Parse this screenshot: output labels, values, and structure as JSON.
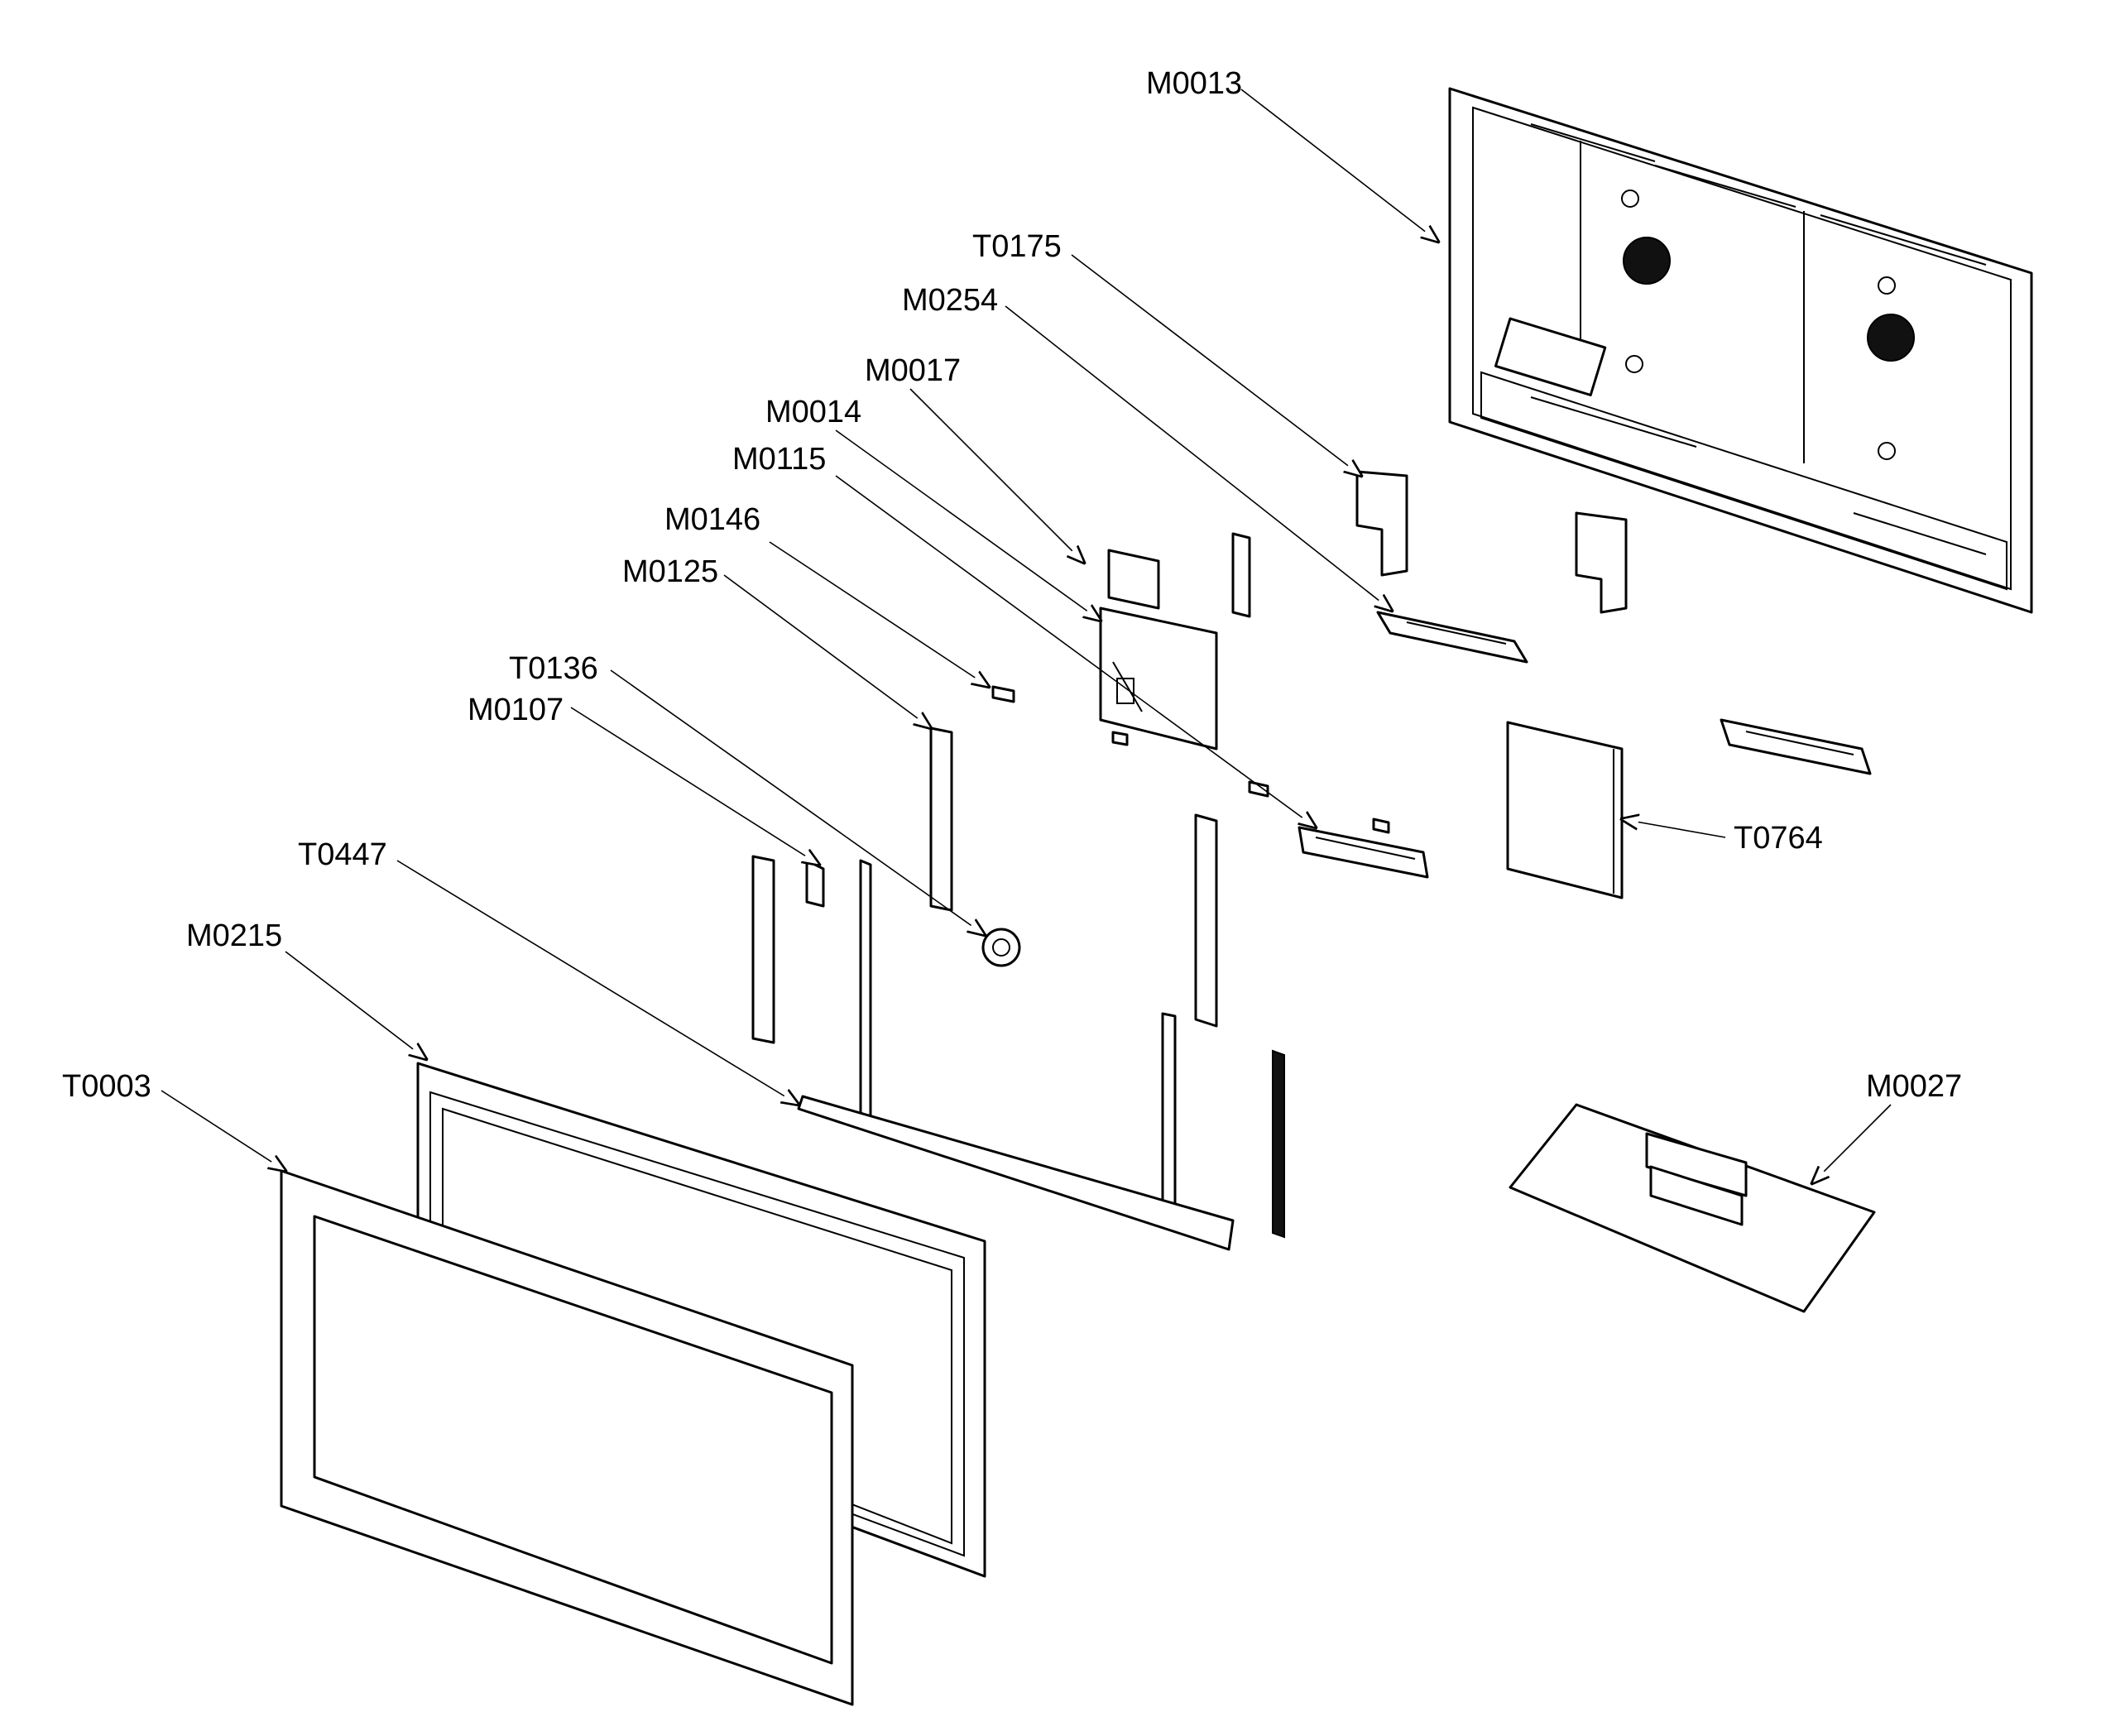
{
  "diagram": {
    "labels": {
      "M0013": "M0013",
      "T0175": "T0175",
      "M0254": "M0254",
      "M0017": "M0017",
      "M0014": "M0014",
      "M0115": "M0115",
      "M0146": "M0146",
      "M0125": "M0125",
      "T0136": "T0136",
      "M0107": "M0107",
      "T0447": "T0447",
      "M0215": "M0215",
      "T0003": "T0003",
      "T0764": "T0764",
      "M0027": "M0027"
    },
    "colors": {
      "line": "#000000",
      "background": "#ffffff"
    }
  }
}
